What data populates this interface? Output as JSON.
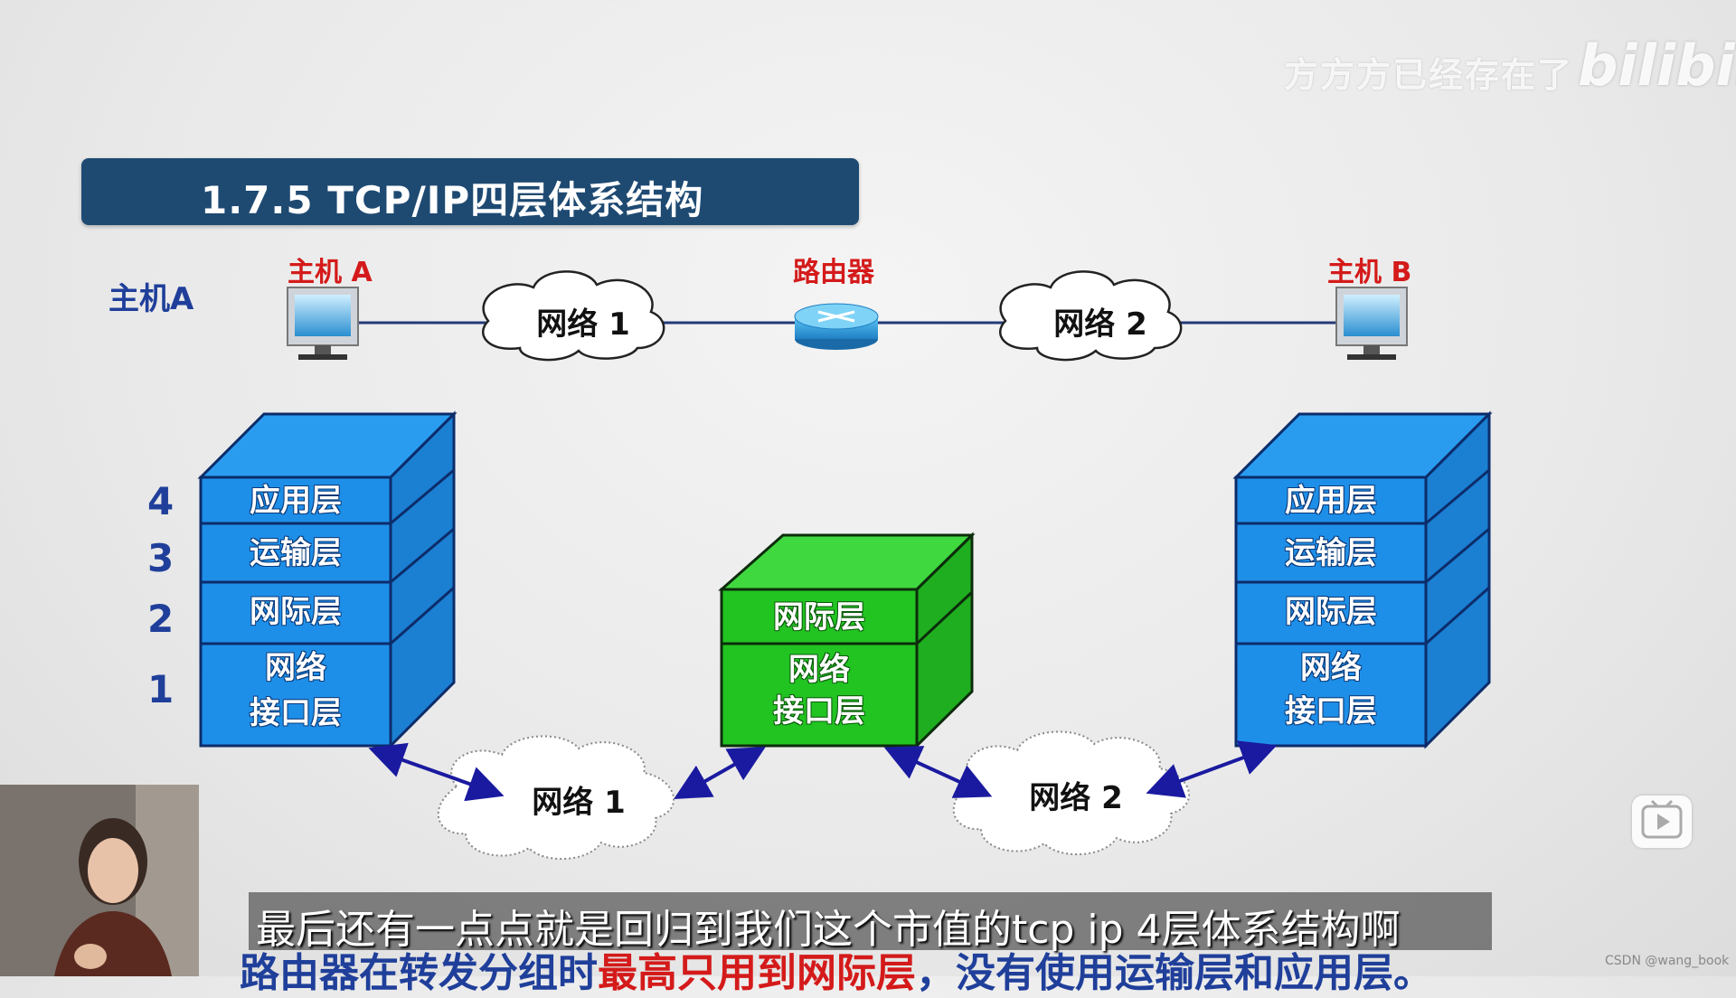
{
  "watermark": {
    "uploader": "方方方已经存在了",
    "platform_logo": "bilibili"
  },
  "slide": {
    "title": "1.7.5  TCP/IP四层体系结构",
    "host_a_heading": "主机A",
    "top_diagram": {
      "host_a": "主机 A",
      "router": "路由器",
      "host_b": "主机 B",
      "network1": "网络 1",
      "network2": "网络 2"
    },
    "layer_numbers": [
      "4",
      "3",
      "2",
      "1"
    ],
    "host_a_stack": [
      "应用层",
      "运输层",
      "网际层",
      "网络",
      "接口层"
    ],
    "router_stack": [
      "网际层",
      "网络",
      "接口层"
    ],
    "host_b_stack": [
      "应用层",
      "运输层",
      "网际层",
      "网络",
      "接口层"
    ],
    "bottom_networks": [
      "网络 1",
      "网络 2"
    ],
    "caption": {
      "part1": "路由器在转发分组时",
      "part2": "最高只用到网际层",
      "part3": "，没有使用运输层和应用层。"
    }
  },
  "video": {
    "subtitle": "最后还有一点点就是回归到我们这个市值的tcp ip 4层体系结构啊",
    "credit": "CSDN @wang_book",
    "play_icon": "play-icon"
  },
  "colors": {
    "title_bar": "#1e4a72",
    "host_stack": "#1e8fe8",
    "router_stack": "#22c422",
    "label_blue": "#1f3f9a",
    "label_red": "#d41a1a"
  }
}
